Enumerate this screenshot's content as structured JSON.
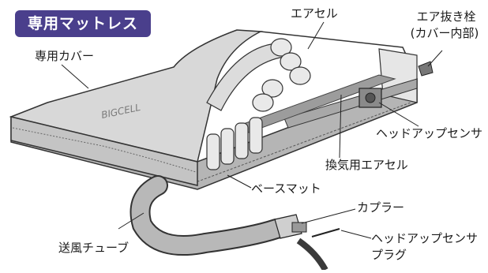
{
  "title": "専用マットレス",
  "labels": {
    "cover": "専用カバー",
    "air_cell": "エアセル",
    "air_plug_line1": "エア抜き栓",
    "air_plug_line2": "(カバー内部)",
    "headup_sensor": "ヘッドアップセンサ",
    "ventilation_cell": "換気用エアセル",
    "base_mat": "ベースマット",
    "coupler": "カプラー",
    "tube": "送風チューブ",
    "sensor_plug_line1": "ヘッドアップセンサ",
    "sensor_plug_line2": "プラグ"
  },
  "cover_logo": "BIGCELL",
  "colors": {
    "title_bg": "#4a3f8c",
    "mattress": "#c9c9c9",
    "cover_top": "#d6d6d6",
    "outline": "#333333"
  }
}
